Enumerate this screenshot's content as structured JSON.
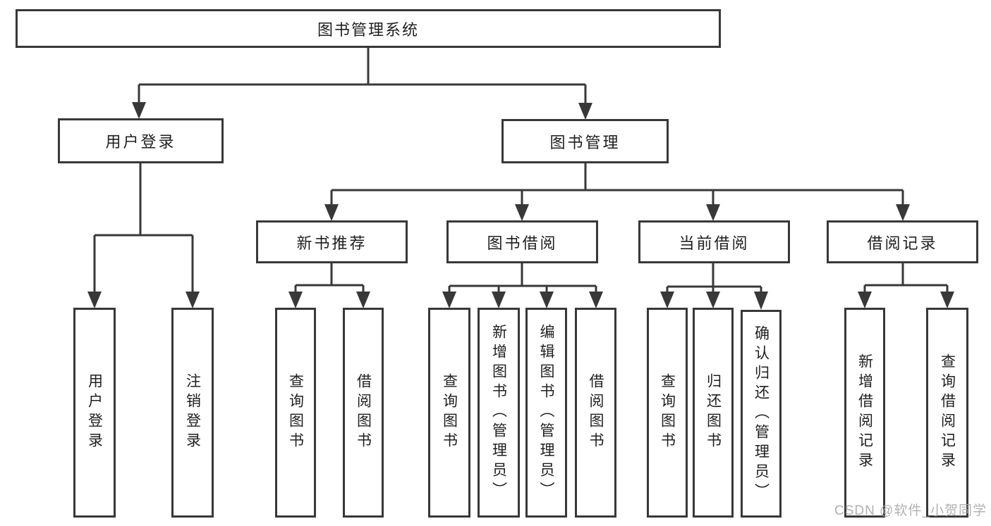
{
  "colors": {
    "line": "#383838",
    "box_border": "#383838",
    "text": "#1f1f1f",
    "watermark": "#a9a9a9",
    "background": "#ffffff"
  },
  "watermark": {
    "text": "CSDN @软件_小贺同学"
  },
  "diagram": {
    "root": {
      "label": "图书管理系统"
    },
    "login_branch": {
      "label": "用户登录",
      "leaves": [
        {
          "label": "用户登录"
        },
        {
          "label": "注销登录"
        }
      ]
    },
    "mgmt_branch": {
      "label": "图书管理",
      "sections": [
        {
          "label": "新书推荐",
          "leaves": [
            {
              "label": "查询图书"
            },
            {
              "label": "借阅图书"
            }
          ]
        },
        {
          "label": "图书借阅",
          "leaves": [
            {
              "label": "查询图书"
            },
            {
              "label": "新增图书（管理员）"
            },
            {
              "label": "编辑图书（管理员）"
            },
            {
              "label": "借阅图书"
            }
          ]
        },
        {
          "label": "当前借阅",
          "leaves": [
            {
              "label": "查询图书"
            },
            {
              "label": "归还图书"
            },
            {
              "label": "确认归还（管理员）"
            }
          ]
        },
        {
          "label": "借阅记录",
          "leaves": [
            {
              "label": "新增借阅记录"
            },
            {
              "label": "查询借阅记录"
            }
          ]
        }
      ]
    }
  }
}
